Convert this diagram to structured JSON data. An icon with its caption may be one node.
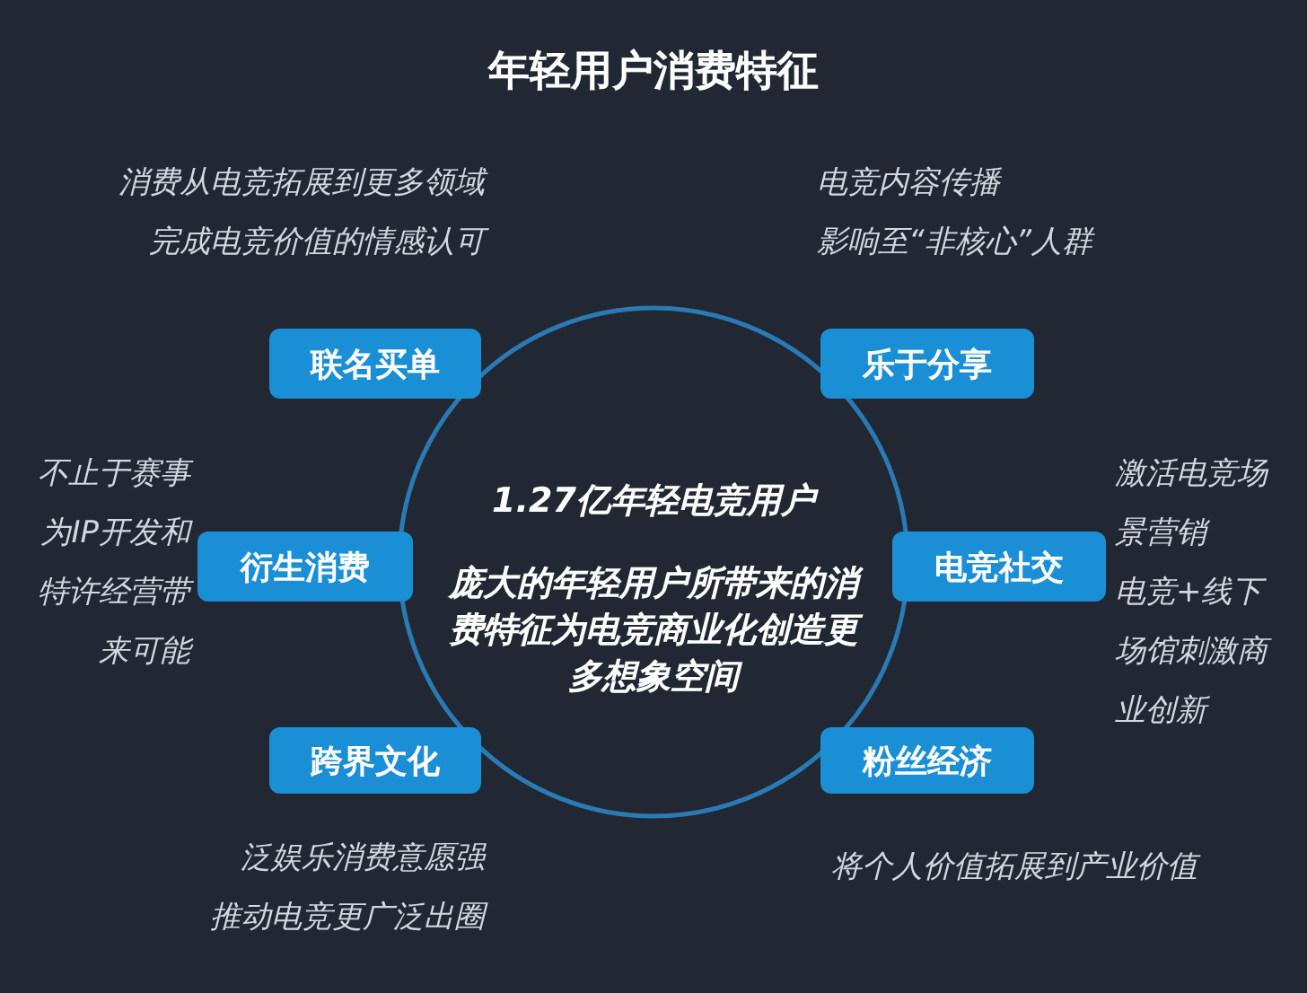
{
  "diagram": {
    "title": "年轻用户消费特征",
    "nodes": [
      {
        "text": [
          "1.27亿年轻电竞用户",
          "庞大的年轻用户所带来的消费特征为电竞商业化创造更多想象空间"
        ]
      },
      {
        "text": [
          "联名买单"
        ],
        "beside": [
          "消费从电竞拓展到更多领域",
          "完成电竞价值的情感认可"
        ]
      },
      {
        "text": [
          "乐于分享"
        ],
        "beside": [
          "电竞内容传播",
          "影响至“非核心”人群"
        ]
      },
      {
        "text": [
          "衍生消费"
        ],
        "beside": [
          "不止于赛事为IP开发和特许经营带来可能"
        ]
      },
      {
        "text": [
          "电竞社交"
        ],
        "beside": [
          "激活电竞场景营销",
          "电竞+线下场馆刺激商业创新"
        ]
      },
      {
        "text": [
          "跨界文化"
        ],
        "beside": [
          "泛娱乐消费意愿强",
          "推动电竞更广泛出圈"
        ]
      },
      {
        "text": [
          "粉丝经济"
        ],
        "beside": [
          "将个人价值拓展到产业价值"
        ]
      }
    ]
  }
}
